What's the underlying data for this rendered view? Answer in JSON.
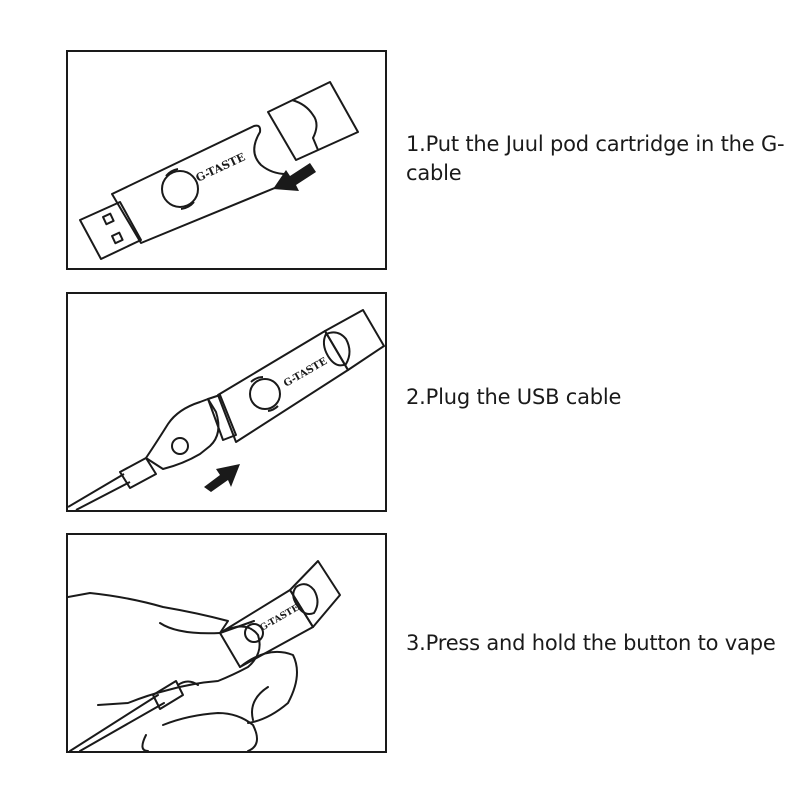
{
  "steps": [
    {
      "number": "1",
      "text": "1.Put the Juul pod cartridge in the G-cable",
      "illustration": {
        "brand_label": "G-TASTE",
        "description": "USB G-cable with Juul pod being inserted",
        "arrow_direction": "down-left"
      }
    },
    {
      "number": "2",
      "text": "2.Plug the USB cable",
      "illustration": {
        "brand_label": "G-TASTE",
        "description": "G-cable with pod connected to USB cable",
        "arrow_direction": "up-right"
      }
    },
    {
      "number": "3",
      "text": "3.Press and hold the button to vape",
      "illustration": {
        "brand_label": "G-TASTE",
        "description": "Hand pressing the button on the G-cable"
      }
    }
  ],
  "colors": {
    "line": "#1a1a1a",
    "background": "#ffffff",
    "text": "#1a1a1a"
  }
}
